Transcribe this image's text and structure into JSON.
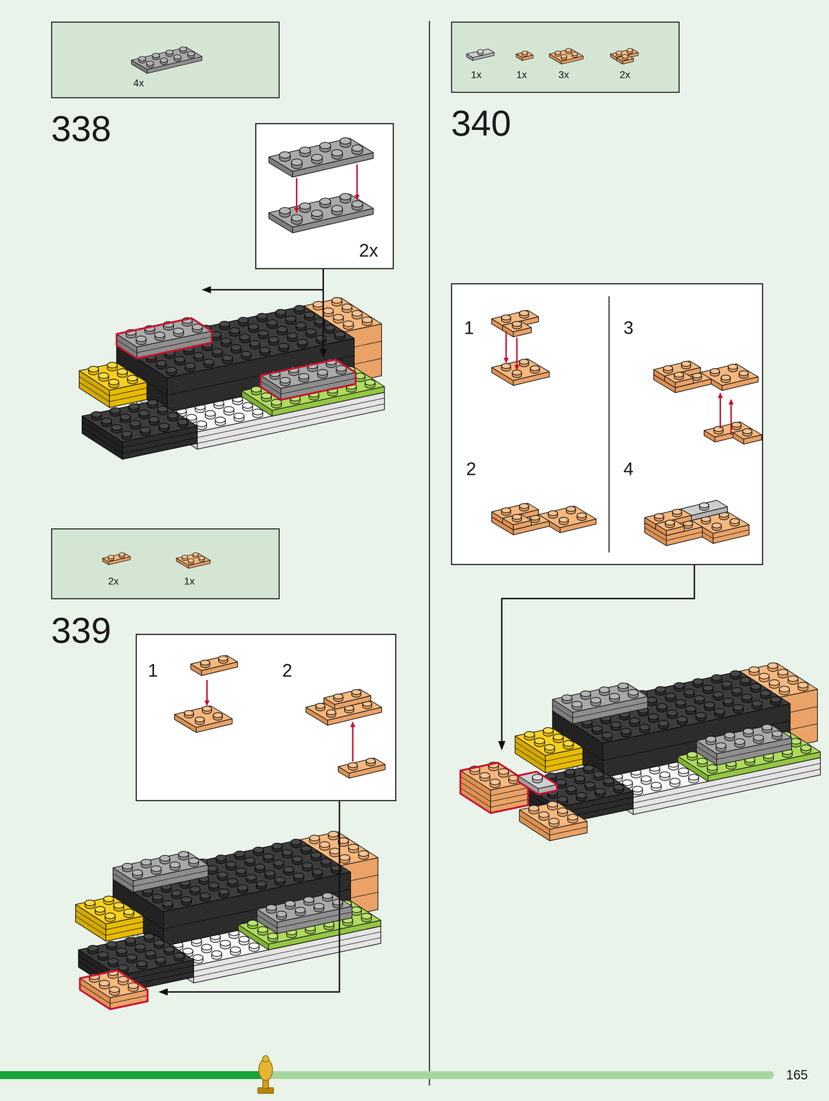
{
  "diagram": {
    "nodes": [
      {
        "text": [
          "4x"
        ]
      },
      {
        "text": [
          "2x"
        ]
      },
      {
        "text": [
          "2x",
          "1x"
        ]
      },
      {
        "text": [
          "1",
          "2"
        ]
      },
      {
        "text": [
          "1x",
          "1x",
          "3x",
          "2x"
        ]
      },
      {
        "text": [
          "1",
          "2",
          "3",
          "4"
        ]
      }
    ],
    "labels": [
      "338",
      "339",
      "340",
      "165"
    ]
  }
}
